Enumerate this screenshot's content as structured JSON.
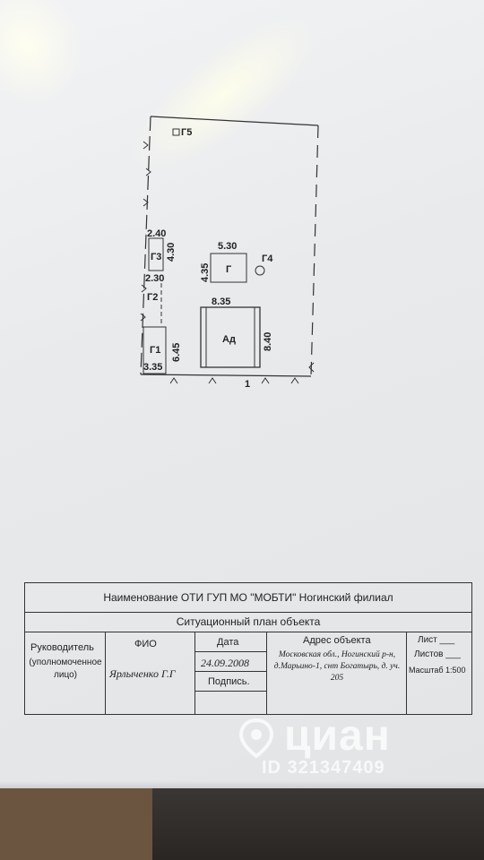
{
  "plan": {
    "labels": {
      "g5": "Г5",
      "g4": "Г4",
      "g3": "Г3",
      "g2": "Г2",
      "g1": "Г1",
      "g": "Г",
      "ad": "Ад",
      "dim_240": "2.40",
      "dim_430": "4.30",
      "dim_230": "2.30",
      "dim_530": "5.30",
      "dim_435": "4.35",
      "dim_835": "8.35",
      "dim_840": "8.40",
      "dim_645": "6.45",
      "dim_335": "3.35",
      "dim_1": "1"
    }
  },
  "stamp": {
    "org": "Наименование ОТИ ГУП МО \"МОБТИ\"  Ногинский филиал",
    "doc_title": "Ситуационный план объекта",
    "head_role": "Руководитель",
    "head_role_note": "(уполномоченное лицо)",
    "fio_label": "ФИО",
    "fio_value": "Ярлыченко Г.Г",
    "date_label": "Дата",
    "date_value": "24.09.2008",
    "sign_label": "Подпись.",
    "address_label": "Адрес объекта",
    "address_value": "Московская обл., Ногинский р-н, д.Марьино-1, снт Богатырь, д. уч. 205",
    "sheet_label": "Лист ___",
    "sheets_label": "Листов ___",
    "scale_label": "Масштаб 1:500"
  },
  "watermark": {
    "brand": "циан",
    "id_text": "ID 321347409"
  }
}
